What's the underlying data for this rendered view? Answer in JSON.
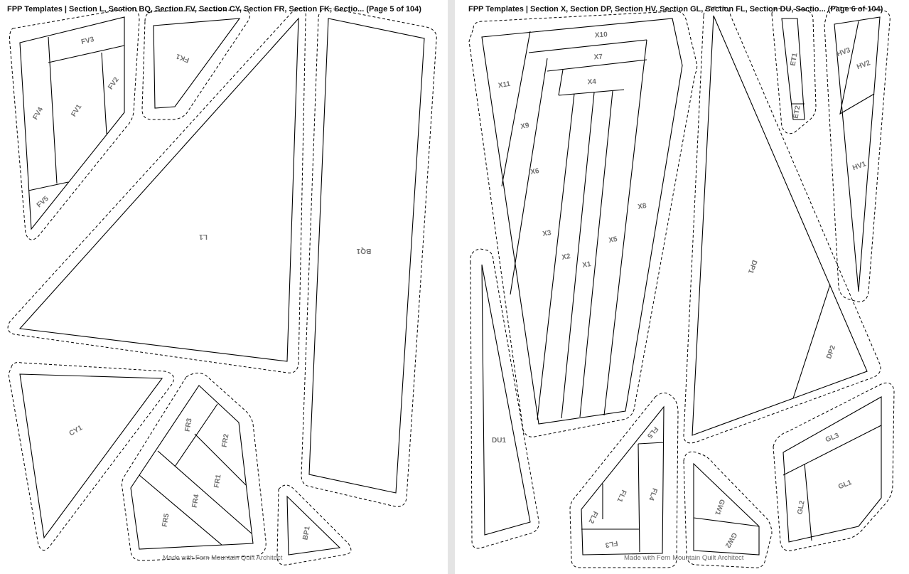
{
  "pages": [
    {
      "header": "FPP Templates | Section L, Section BQ, Section FV, Section CY, Section FR, Section FK, Sectio... (Page 5 of 104)",
      "footer": "Made with Fern Mountain Quilt Architect",
      "labels": {
        "fv3": "FV3",
        "fv2": "FV2",
        "fv4": "FV4",
        "fv1": "FV1",
        "fv5": "FV5",
        "fk1": "FK1",
        "l1": "L1",
        "bq1": "BQ1",
        "cy1": "CY1",
        "fr3": "FR3",
        "fr2": "FR2",
        "fr1": "FR1",
        "fr4": "FR4",
        "fr5": "FR5",
        "bp1": "BP1"
      }
    },
    {
      "header": "FPP Templates | Section X, Section DP, Section HV, Section GL, Section FL, Section DU, Sectio... (Page 6 of 104)",
      "footer": "Made with Fern Mountain Quilt Architect",
      "labels": {
        "x10": "X10",
        "x7": "X7",
        "x4": "X4",
        "x11": "X11",
        "x9": "X9",
        "x6": "X6",
        "x3": "X3",
        "x2": "X2",
        "x1": "X1",
        "x5": "X5",
        "x8": "X8",
        "et1": "ET1",
        "et2": "ET2",
        "hv3": "HV3",
        "hv2": "HV2",
        "hv1": "HV1",
        "dp1": "DP1",
        "dp2": "DP2",
        "du1": "DU1",
        "fl5": "FL5",
        "fl1": "FL1",
        "fl4": "FL4",
        "fl2": "FL2",
        "fl3": "FL3",
        "gw1": "GW1",
        "gw2": "GW2",
        "gl3": "GL3",
        "gl2": "GL2",
        "gl1": "GL1"
      }
    }
  ]
}
